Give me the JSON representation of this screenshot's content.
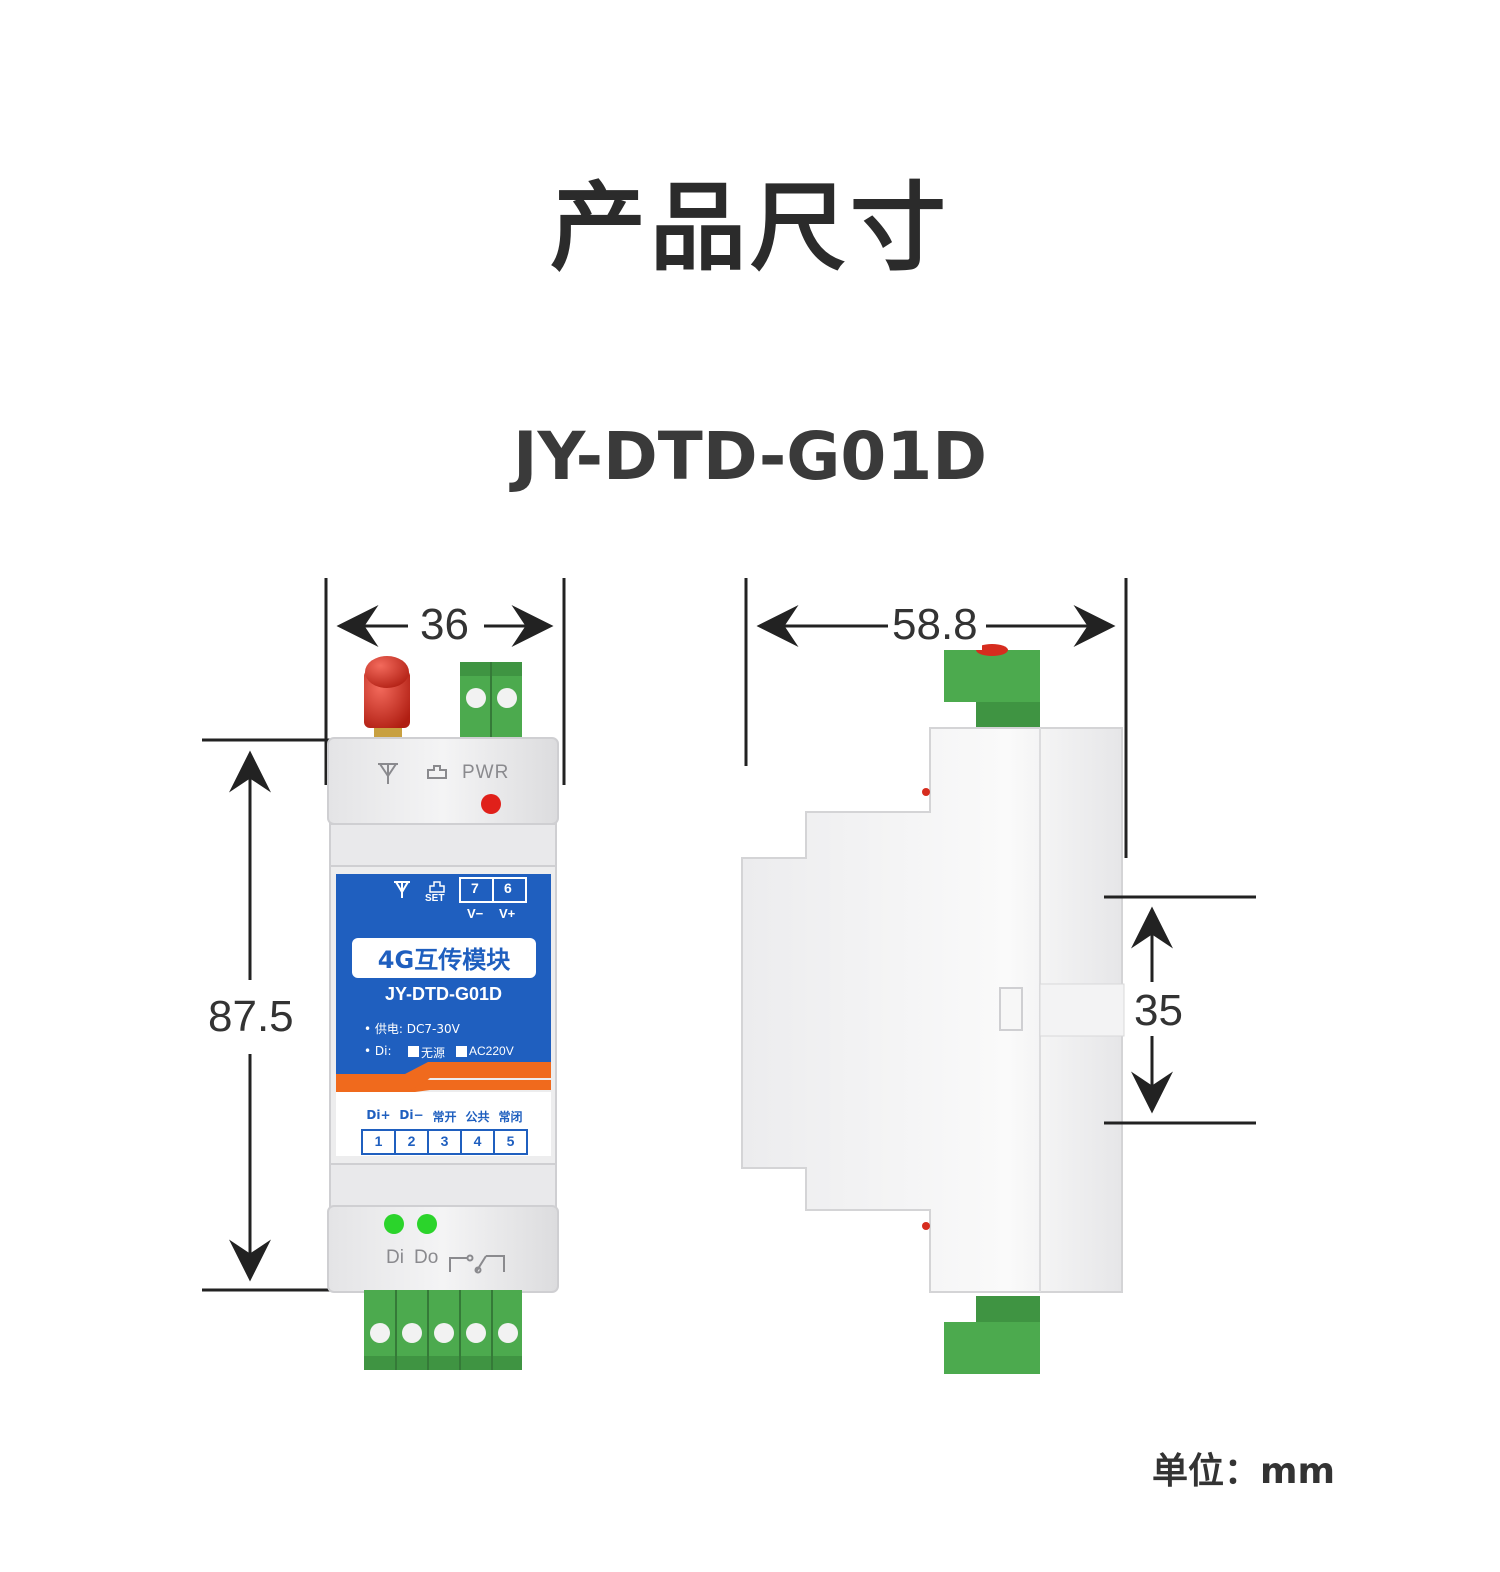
{
  "title": "产品尺寸",
  "model": "JY-DTD-G01D",
  "dimensions": {
    "front_width": "36",
    "front_height": "87.5",
    "side_depth": "58.8",
    "din_rail": "35"
  },
  "unit_label": "单位：mm",
  "front_panel": {
    "pwr_label": "PWR",
    "set_label": "SET",
    "top_terminals": [
      "7",
      "6"
    ],
    "top_terminal_labels": [
      "V−",
      "V+"
    ],
    "product_name": "4G互传模块",
    "model_label": "JY-DTD-G01D",
    "power_spec": "• 供电: DC7-30V",
    "di_spec_prefix": "• Di:",
    "di_option1": "无源",
    "di_option2": "AC220V",
    "bottom_terminal_labels": [
      "Di+",
      "Di−",
      "常开",
      "公共",
      "常闭"
    ],
    "bottom_terminals": [
      "1",
      "2",
      "3",
      "4",
      "5"
    ],
    "indicator_labels": [
      "Di",
      "Do"
    ]
  },
  "colors": {
    "label_blue": "#1f5fbf",
    "accent_orange": "#f06a1d",
    "terminal_green": "#4caa4e",
    "antenna_red": "#d62c1e",
    "led_green": "#2bd42b",
    "led_red": "#e0201a"
  }
}
